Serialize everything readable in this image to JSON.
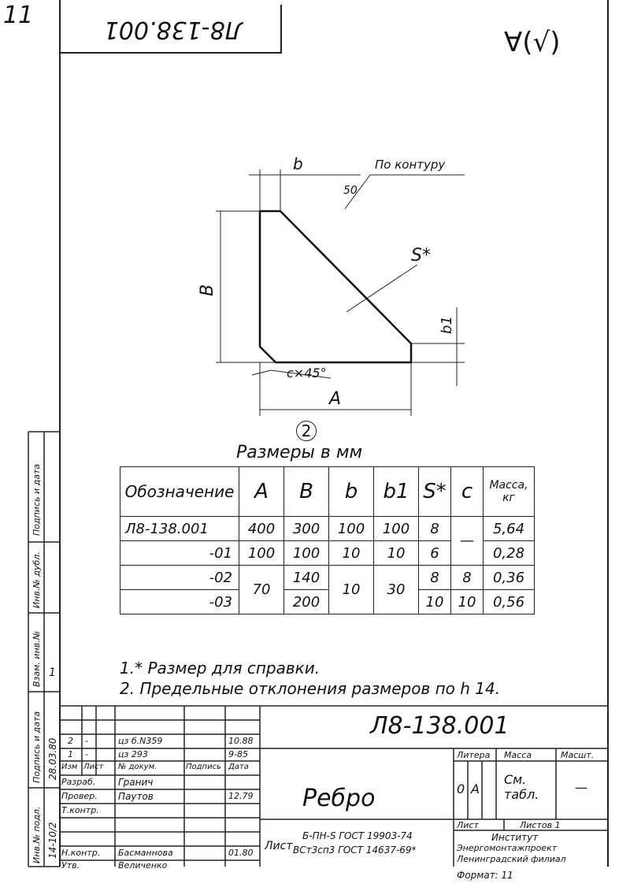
{
  "sheet": {
    "corner_mark": "11",
    "stamp_number": "Л8-138.001",
    "roughness": "∀(√)"
  },
  "drawing": {
    "dim_b": "b",
    "dim_contour": "По контуру",
    "weld": "50",
    "dim_B": "B",
    "dim_s": "S*",
    "dim_b1": "b1",
    "dim_chamfer": "c×45°",
    "dim_A": "A"
  },
  "table": {
    "view_number": "2",
    "caption": "Размеры в мм",
    "headers": [
      "Обозначение",
      "A",
      "B",
      "b",
      "b1",
      "S*",
      "c",
      "Масса, кг"
    ],
    "rows": [
      {
        "designation": "Л8-138.001",
        "A": "400",
        "B": "300",
        "b": "100",
        "b1": "100",
        "s": "8",
        "c": "—",
        "mass": "5,64"
      },
      {
        "designation": "-01",
        "A": "100",
        "B": "100",
        "b": "10",
        "b1": "10",
        "s": "6",
        "c": "",
        "mass": "0,28"
      },
      {
        "designation": "-02",
        "A": "70",
        "B": "140",
        "b": "10",
        "b1": "30",
        "s": "8",
        "c": "8",
        "mass": "0,36"
      },
      {
        "designation": "-03",
        "A": "",
        "B": "200",
        "b": "",
        "b1": "",
        "s": "10",
        "c": "10",
        "mass": "0,56"
      }
    ]
  },
  "notes": [
    "1.* Размер для справки.",
    "2. Предельные отклонения размеров по h 14."
  ],
  "title_block": {
    "doc_number": "Л8-138.001",
    "part_name": "Ребро",
    "rev_rows": [
      {
        "num": "2",
        "sheet": "-",
        "doc": "цз б.N359",
        "sign": "",
        "date": "10.88"
      },
      {
        "num": "1",
        "sheet": "-",
        "doc": "цз 293",
        "sign": "",
        "date": "9-85"
      }
    ],
    "col_headers": [
      "Изм",
      "Лист",
      "№ докум.",
      "Подпись",
      "Дата"
    ],
    "roles": [
      {
        "role": "Разраб.",
        "name": "Гранич",
        "date": ""
      },
      {
        "role": "Провер.",
        "name": "Паутов",
        "date": "12.79"
      },
      {
        "role": "Т.контр.",
        "name": "",
        "date": ""
      },
      {
        "role": "",
        "name": "",
        "date": ""
      },
      {
        "role": "Н.контр.",
        "name": "Басманнова",
        "date": "01.80"
      },
      {
        "role": "Утв.",
        "name": "Величенко",
        "date": ""
      }
    ],
    "litera_label": "Литера",
    "mass_label": "Масса",
    "scale_label": "Масшт.",
    "litera_0": "0",
    "litera_A": "А",
    "mass_value": "См. табл.",
    "scale_value": "—",
    "sheet_label": "Лист",
    "sheets_label": "Листов 1",
    "material_prefix": "Лист",
    "material_line1": "Б-ПН-S ГОСТ 19903-74",
    "material_line2": "ВСт3сп3 ГОСТ 14637-69*",
    "org_line1": "Институт",
    "org_line2": "Энергомонтажпроект",
    "org_line3": "Ленинградский филиал",
    "format": "Формат: 11"
  },
  "side_strip": {
    "labels": [
      "Подпись и дата",
      "Инв.№ дубл.",
      "Взам. инв.№",
      "Подпись и дата",
      "Инв.№ подл."
    ],
    "values": [
      "",
      "",
      "1",
      "28.03.80",
      "14-10/2"
    ]
  }
}
